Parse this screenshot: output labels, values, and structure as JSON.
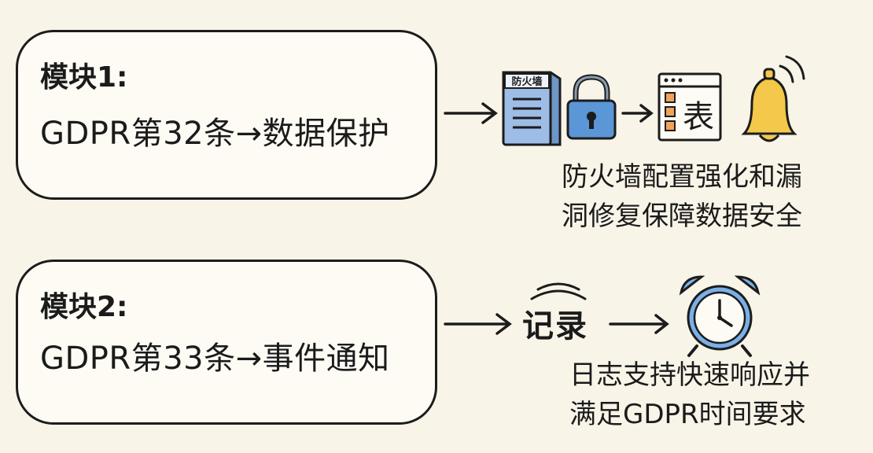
{
  "module1": {
    "title": "模块1:",
    "rule": "GDPR第32条→数据保护",
    "firewall_label": "防火墙",
    "caption_line1": "防火墙配置强化和漏",
    "caption_line2": "洞修复保障数据安全",
    "icons": [
      "firewall-server-icon",
      "padlock-icon",
      "table-form-icon",
      "bell-alert-icon"
    ]
  },
  "module2": {
    "title": "模块2:",
    "rule": "GDPR第33条→事件通知",
    "record_label": "记录",
    "caption_line1": "日志支持快速响应并",
    "caption_line2": "满足GDPR时间要求",
    "icons": [
      "signal-waves-icon",
      "alarm-clock-icon"
    ]
  },
  "colors": {
    "background": "#f9f4e8",
    "stroke": "#1c1c1c",
    "firewall_blue": "#8fb3e0",
    "lock_blue": "#5b96d6",
    "bell_yellow": "#f4c84a",
    "table_orange": "#f0a35a",
    "clock_blue": "#7ab0e6"
  }
}
